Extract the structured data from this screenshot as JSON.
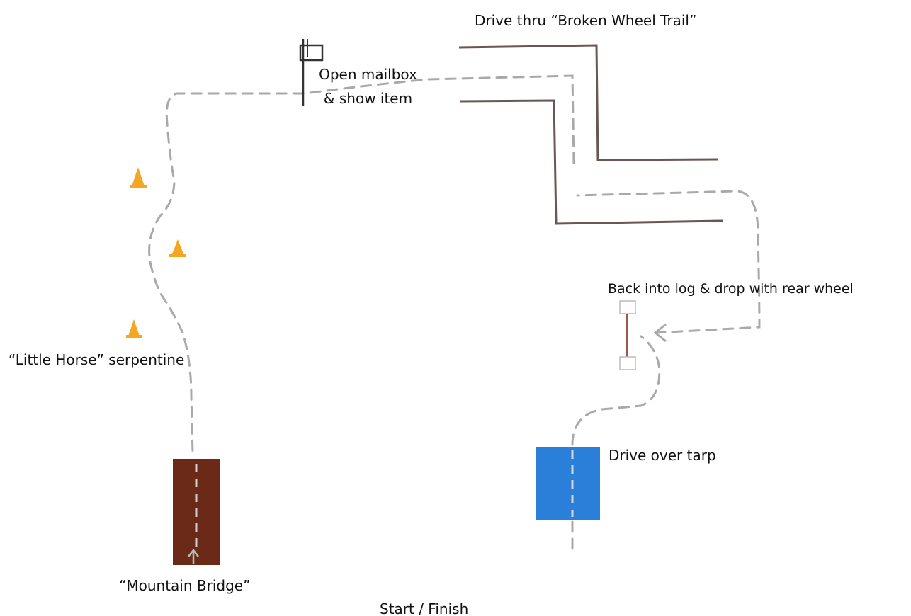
{
  "labels": {
    "broken_wheel": "Drive thru “Broken Wheel Trail”",
    "mailbox_line1": "Open mailbox",
    "mailbox_line2": "& show item",
    "back_into_log": "Back into log & drop with rear wheel",
    "serpentine": "“Little Horse” serpentine",
    "tarp": "Drive over tarp",
    "bridge": "“Mountain Bridge”",
    "start_finish": "Start / Finish"
  },
  "icons": {
    "cone": "traffic-cone-icon",
    "mailbox": "mailbox-icon",
    "arrow": "arrow-icon"
  },
  "colors": {
    "path": "#a9a9a9",
    "trail_wall": "#6b5752",
    "bridge": "#6b2a17",
    "tarp": "#2a7fd8",
    "cone": "#f5a623",
    "log": "#9c5a4a"
  }
}
